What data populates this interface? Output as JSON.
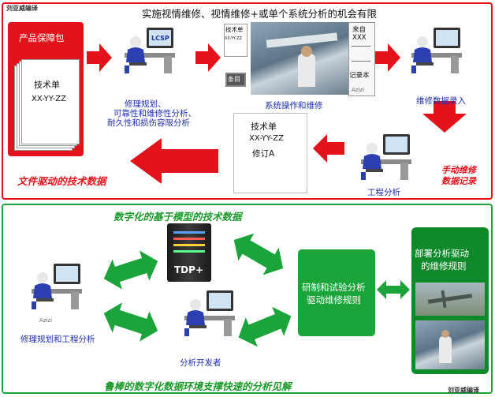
{
  "watermark": {
    "top_left": "刘亚威编译",
    "bottom_right": "刘亚威编译"
  },
  "top_section": {
    "title": "实施视情维修、视情维修+或单个系统分析的机会有限",
    "product_package": {
      "title": "产品保障包",
      "doc_title": "技术单",
      "doc_code": "XX-YY-ZZ"
    },
    "lcsp_label": "LCSP",
    "analysis_caption": [
      "修理规划、",
      "可靠性和维修性分析、",
      "耐久性和损伤容限分析"
    ],
    "tech_sheet_small": {
      "title": "技术单",
      "code": "XX-YY-ZZ"
    },
    "tiao_mu": "条目",
    "system_caption": "系统操作和维修",
    "record_book": {
      "line1": "来自",
      "line2": "XXX",
      "label": "记录本"
    },
    "maint_entry_caption": "维修数据录入",
    "revised_doc": {
      "title": "技术单",
      "code": "XX-YY-ZZ",
      "rev": "修订A"
    },
    "eng_analysis_caption": "工程分析",
    "manual_record": [
      "手动维修",
      "数据记录"
    ],
    "doc_driven": "文件驱动的技术数据",
    "azizi": "Azizi"
  },
  "bottom_section": {
    "model_data": "数字化的基于模型的技术数据",
    "tdp_label": "TDP+",
    "research_box": [
      "研制和试验分析",
      "驱动维修规则"
    ],
    "deploy_box": [
      "部署分析驱动",
      "的维修规则"
    ],
    "repair_caption": "修理规划和工程分析",
    "developer_caption": "分析开发者",
    "footer": "鲁棒的数字化数据环境支撑快速的分析见解",
    "azizi": "Azizi"
  },
  "colors": {
    "red": "#e3121b",
    "green": "#1aa43a",
    "green_dark": "#0f8a2a",
    "blue_text": "#1f2fa8"
  }
}
